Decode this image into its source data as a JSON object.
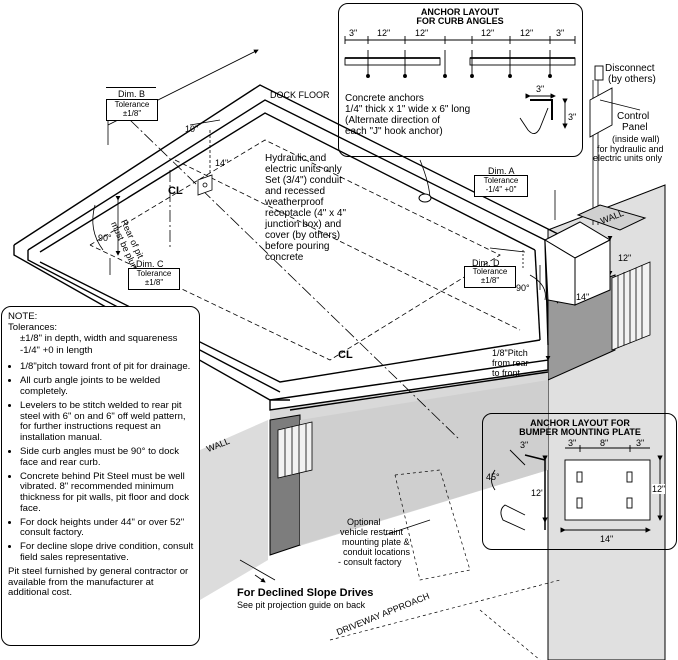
{
  "anchor_layout_curb": {
    "title_line1": "ANCHOR LAYOUT",
    "title_line2": "FOR CURB ANGLES",
    "dims": [
      "3\"",
      "12\"",
      "12\"",
      "12\"",
      "12\"",
      "3\""
    ],
    "hook_dim_top": "3\"",
    "hook_dim_side": "3\"",
    "anchors_line1": "Concrete anchors",
    "anchors_line2": "1/4\" thick x 1\" wide x 6\" long",
    "anchors_line3": "(Alternate direction of",
    "anchors_line4": "each \"J\" hook anchor)"
  },
  "dock_floor": "DOCK FLOOR",
  "dim_b": {
    "label": "Dim. B",
    "tol_label": "Tolerance",
    "tol": "±1/8\""
  },
  "dim_a": {
    "label": "Dim. A",
    "tol_label": "Tolerance",
    "tol": "-1/4\" +0\""
  },
  "dim_c": {
    "label": "Dim. C",
    "tol_label": "Tolerance",
    "tol": "±1/8\""
  },
  "dim_d": {
    "label": "Dim. D",
    "tol_label": "Tolerance",
    "tol": "±1/8\""
  },
  "dim_10": "10\"",
  "dim_14": "14\"",
  "centerline": "CL",
  "angle_90_left": "90°",
  "angle_90_right": "90°",
  "rear_plumb_line1": "Rear of pit",
  "rear_plumb_line2": "must be plumb",
  "hydraulic_note": [
    "Hydraulic and",
    "electric units only",
    "Set (3/4\") conduit",
    "and recessed",
    "weatherproof",
    "receptacle (4\" x 4\"",
    "junction box) and",
    "cover (by others)",
    "before pouring",
    "concrete"
  ],
  "disconnect_line1": "Disconnect",
  "disconnect_line2": "(by others)",
  "control_panel": [
    "Control",
    "Panel",
    "(inside wall)",
    "for hydraulic and",
    "electric units only"
  ],
  "wall_right": "WALL",
  "wall_left": "WALL",
  "dim_12_right": "12\"",
  "dim_14_right": "14\"",
  "pitch_note": [
    "1/8\"Pitch",
    "from rear",
    "to front"
  ],
  "note": {
    "title": "NOTE:",
    "tol_title": "Tolerances:",
    "tol_lines": [
      "±1/8\" in depth, width and squareness",
      "-1/4\" +0 in length"
    ],
    "items": [
      "1/8\"pitch toward front of pit for drainage.",
      "All curb angle joints to be welded completely.",
      "Levelers to be stitch welded to rear pit steel with 6\" on and 6\" off weld pattern, for further instructions request an installation manual.",
      "Side curb angles must be 90° to dock face and rear curb.",
      "Concrete behind Pit Steel must be well vibrated. 8\" recommended minimum thickness for pit walls, pit floor and dock face.",
      "For dock heights under 44\" or over 52\" consult factory.",
      "For decline slope drive condition, consult field sales representative."
    ],
    "footer": "Pit steel furnished by general contractor or available from the manufacturer at additional cost."
  },
  "bumper_layout": {
    "title_line1": "ANCHOR LAYOUT FOR",
    "title_line2": "BUMPER MOUNTING PLATE",
    "angle": "45°",
    "dim_3_a": "3\"",
    "dim_3_b": "3\"",
    "dim_8": "8\"",
    "dim_3_c": "3\"",
    "dim_12_left": "12'",
    "dim_12_right": "12\"",
    "dim_14": "14\""
  },
  "restraint_note": [
    "Optional",
    "vehicle restraint",
    "mounting plate &",
    "conduit locations",
    "- consult factory"
  ],
  "declined_title": "For Declined Slope Drives",
  "declined_sub": "See pit projection guide on back",
  "driveway": "DRIVEWAY APPROACH"
}
